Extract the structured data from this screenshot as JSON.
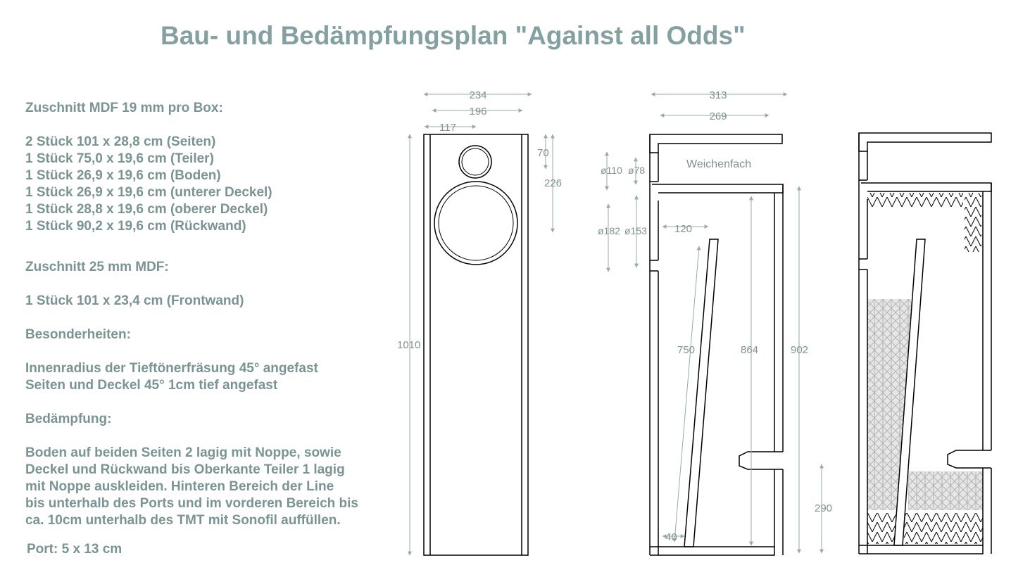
{
  "title": "Bau- und Bedämpfungsplan \"Against all Odds\"",
  "spec": {
    "mdf19_heading": "Zuschnitt MDF 19 mm pro Box:",
    "mdf19_items": [
      "2 Stück 101 x 28,8 cm (Seiten)",
      "1 Stück 75,0 x 19,6 cm (Teiler)",
      "1 Stück 26,9 x 19,6 cm (Boden)",
      "1 Stück 26,9 x 19,6 cm (unterer Deckel)",
      "1 Stück 28,8 x 19,6 cm (oberer Deckel)",
      "1 Stück 90,2 x 19,6 cm (Rückwand)"
    ],
    "mdf25_heading": "Zuschnitt 25 mm MDF:",
    "mdf25_item": "1 Stück 101 x 23,4 cm (Frontwand)",
    "special_heading": "Besonderheiten:",
    "special_items": [
      "Innenradius der Tieftönerfräsung 45° angefast",
      "Seiten und Deckel 45° 1cm tief angefast"
    ],
    "damping_heading": "Bedämpfung:",
    "damping_lines": [
      "Boden auf beiden Seiten 2 lagig mit Noppe, sowie",
      "Deckel und Rückwand bis Oberkante Teiler 1 lagig",
      "mit Noppe auskleiden. Hinteren Bereich der Line",
      "bis unterhalb des Ports und im vorderen Bereich bis",
      "ca. 10cm unterhalb des TMT mit Sonofil auffüllen."
    ],
    "port": "Port: 5 x 13 cm"
  },
  "front_view": {
    "dim_width_outer": "234",
    "dim_width_inner": "196",
    "dim_center": "117",
    "dim_tweeter": "70",
    "dim_woofer": "226",
    "dim_height": "1010"
  },
  "side_view": {
    "dim_depth_outer": "313",
    "dim_depth_inner": "269",
    "crossover_label": "Weichenfach",
    "dim_hole_110": "ø110",
    "dim_hole_78": "ø78",
    "dim_hole_182": "ø182",
    "dim_hole_153": "ø153",
    "dim_120": "120",
    "dim_750": "750",
    "dim_864": "864",
    "dim_902": "902",
    "dim_290": "290",
    "dim_40": "40"
  },
  "colors": {
    "title": "#84a0a0",
    "text": "#7a9393",
    "lines": "#000000",
    "dimension": "#9aaaaa"
  }
}
